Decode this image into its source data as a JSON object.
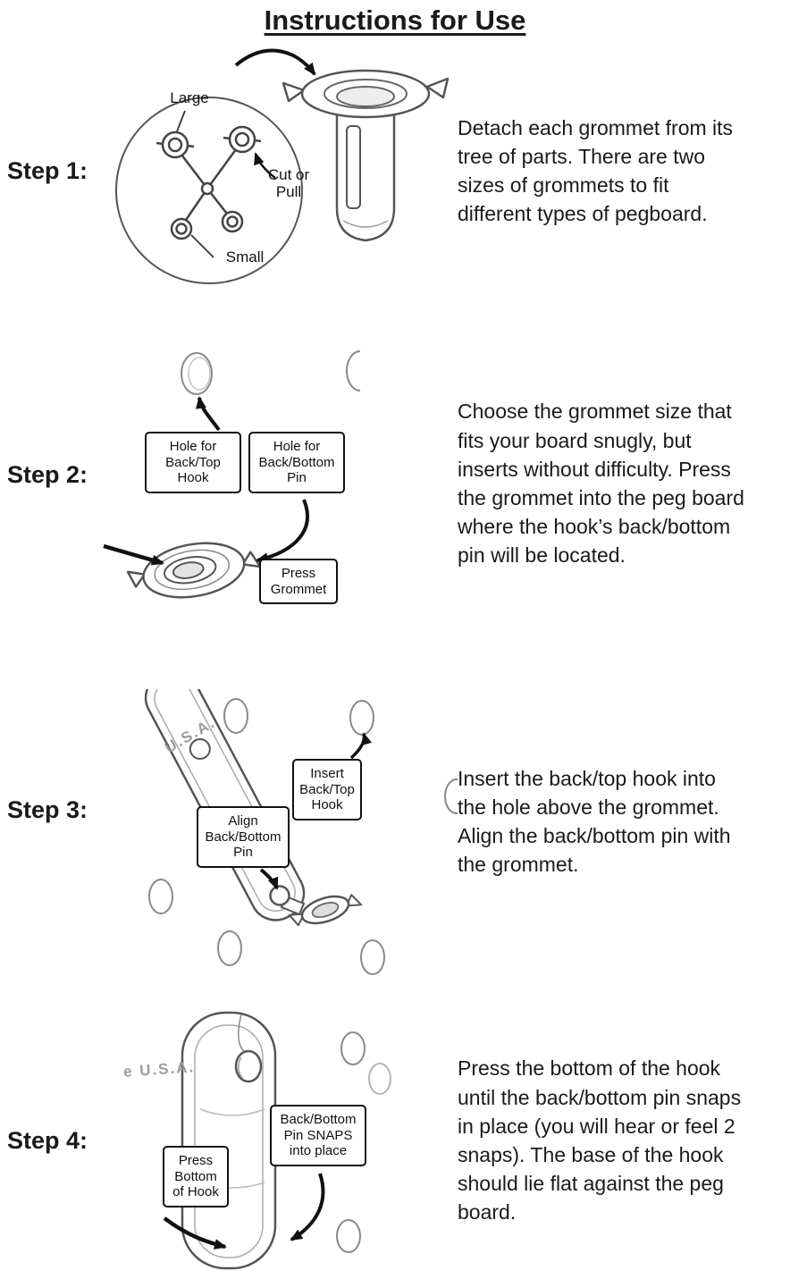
{
  "title": "Instructions for Use",
  "steps": [
    {
      "label": "Step 1:",
      "text": "Detach each grommet from its tree of parts. There are two sizes of grommets to fit different types of pegboard.",
      "callouts": {
        "large": "Large",
        "cut_or_pull": "Cut or Pull",
        "small": "Small"
      }
    },
    {
      "label": "Step 2:",
      "text": "Choose the grommet size that fits your board snugly, but inserts without difficulty. Press the grommet into the peg board where the hook’s back/bottom pin will be located.",
      "callouts": {
        "hole_back_top": "Hole for Back/Top Hook",
        "hole_back_bottom": "Hole for Back/Bottom Pin",
        "press_grommet": "Press Grommet"
      }
    },
    {
      "label": "Step 3:",
      "text": "Insert the back/top hook into the hole above the grommet. Align the back/bottom pin with the grommet.",
      "callouts": {
        "usa": "U.S.A.",
        "insert_hook": "Insert Back/Top Hook",
        "align_pin": "Align Back/Bottom Pin"
      }
    },
    {
      "label": "Step 4:",
      "text": "Press the bottom of the hook until the back/bottom pin snaps in place (you will hear or feel 2 snaps). The base of the hook should lie flat against the peg board.",
      "callouts": {
        "usa": "e U.S.A.",
        "pin_snaps": "Back/Bottom Pin SNAPS into place",
        "press_bottom": "Press Bottom of Hook"
      }
    }
  ]
}
